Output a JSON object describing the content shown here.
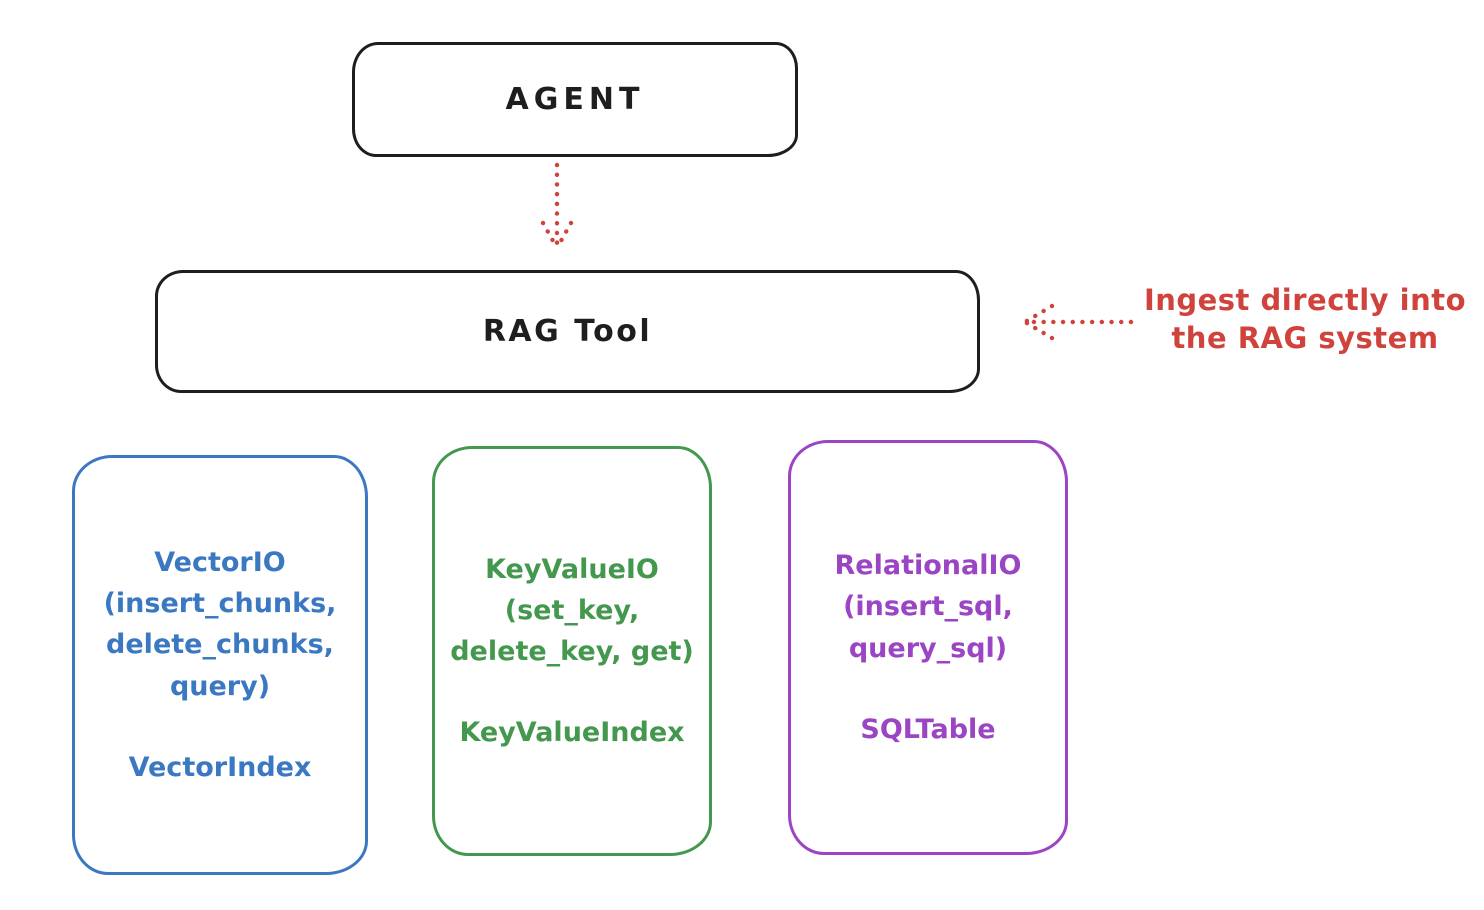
{
  "colors": {
    "ink": "#1e1e1e",
    "red": "#d0423c",
    "blue": "#3b78c2",
    "green": "#43984e",
    "purple": "#9b44c4",
    "background": "#ffffff"
  },
  "agent": {
    "label": "AGENT"
  },
  "rag_tool": {
    "label": "RAG Tool"
  },
  "annotation": {
    "line1": "Ingest directly into",
    "line2": "the RAG system"
  },
  "vector_box": {
    "line1": "VectorIO",
    "line2": "(insert_chunks,",
    "line3": "delete_chunks,",
    "line4": "query)",
    "index_label": "VectorIndex"
  },
  "keyvalue_box": {
    "line1": "KeyValueIO",
    "line2": "(set_key,",
    "line3": "delete_key, get)",
    "index_label": "KeyValueIndex"
  },
  "relational_box": {
    "line1": "RelationalIO",
    "line2": "(insert_sql,",
    "line3": "query_sql)",
    "index_label": "SQLTable"
  }
}
